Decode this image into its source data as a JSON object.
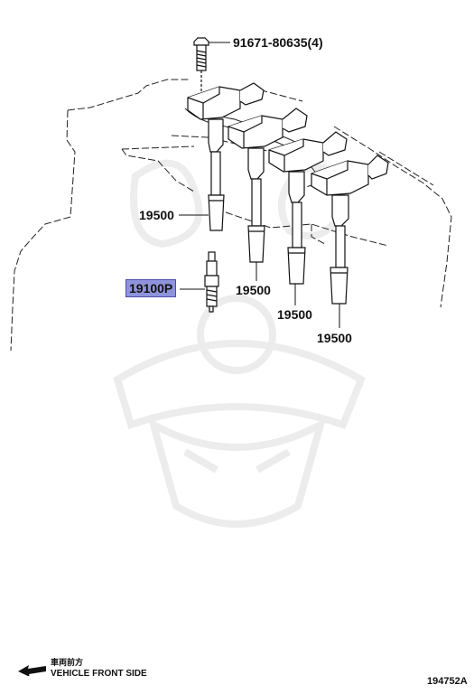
{
  "callouts": {
    "bolt": "91671-80635(4)",
    "coil_1": "19500",
    "coil_2": "19500",
    "coil_3": "19500",
    "coil_4": "19500",
    "spark_plug": "19100P"
  },
  "front_indicator": {
    "japanese": "車両前方",
    "english": "VEHICLE FRONT SIDE",
    "icon": "left-arrow-icon"
  },
  "illustration_id": "194752A",
  "colors": {
    "highlight": "#8f93dc",
    "line": "#111111",
    "watermark": "#ececec"
  }
}
